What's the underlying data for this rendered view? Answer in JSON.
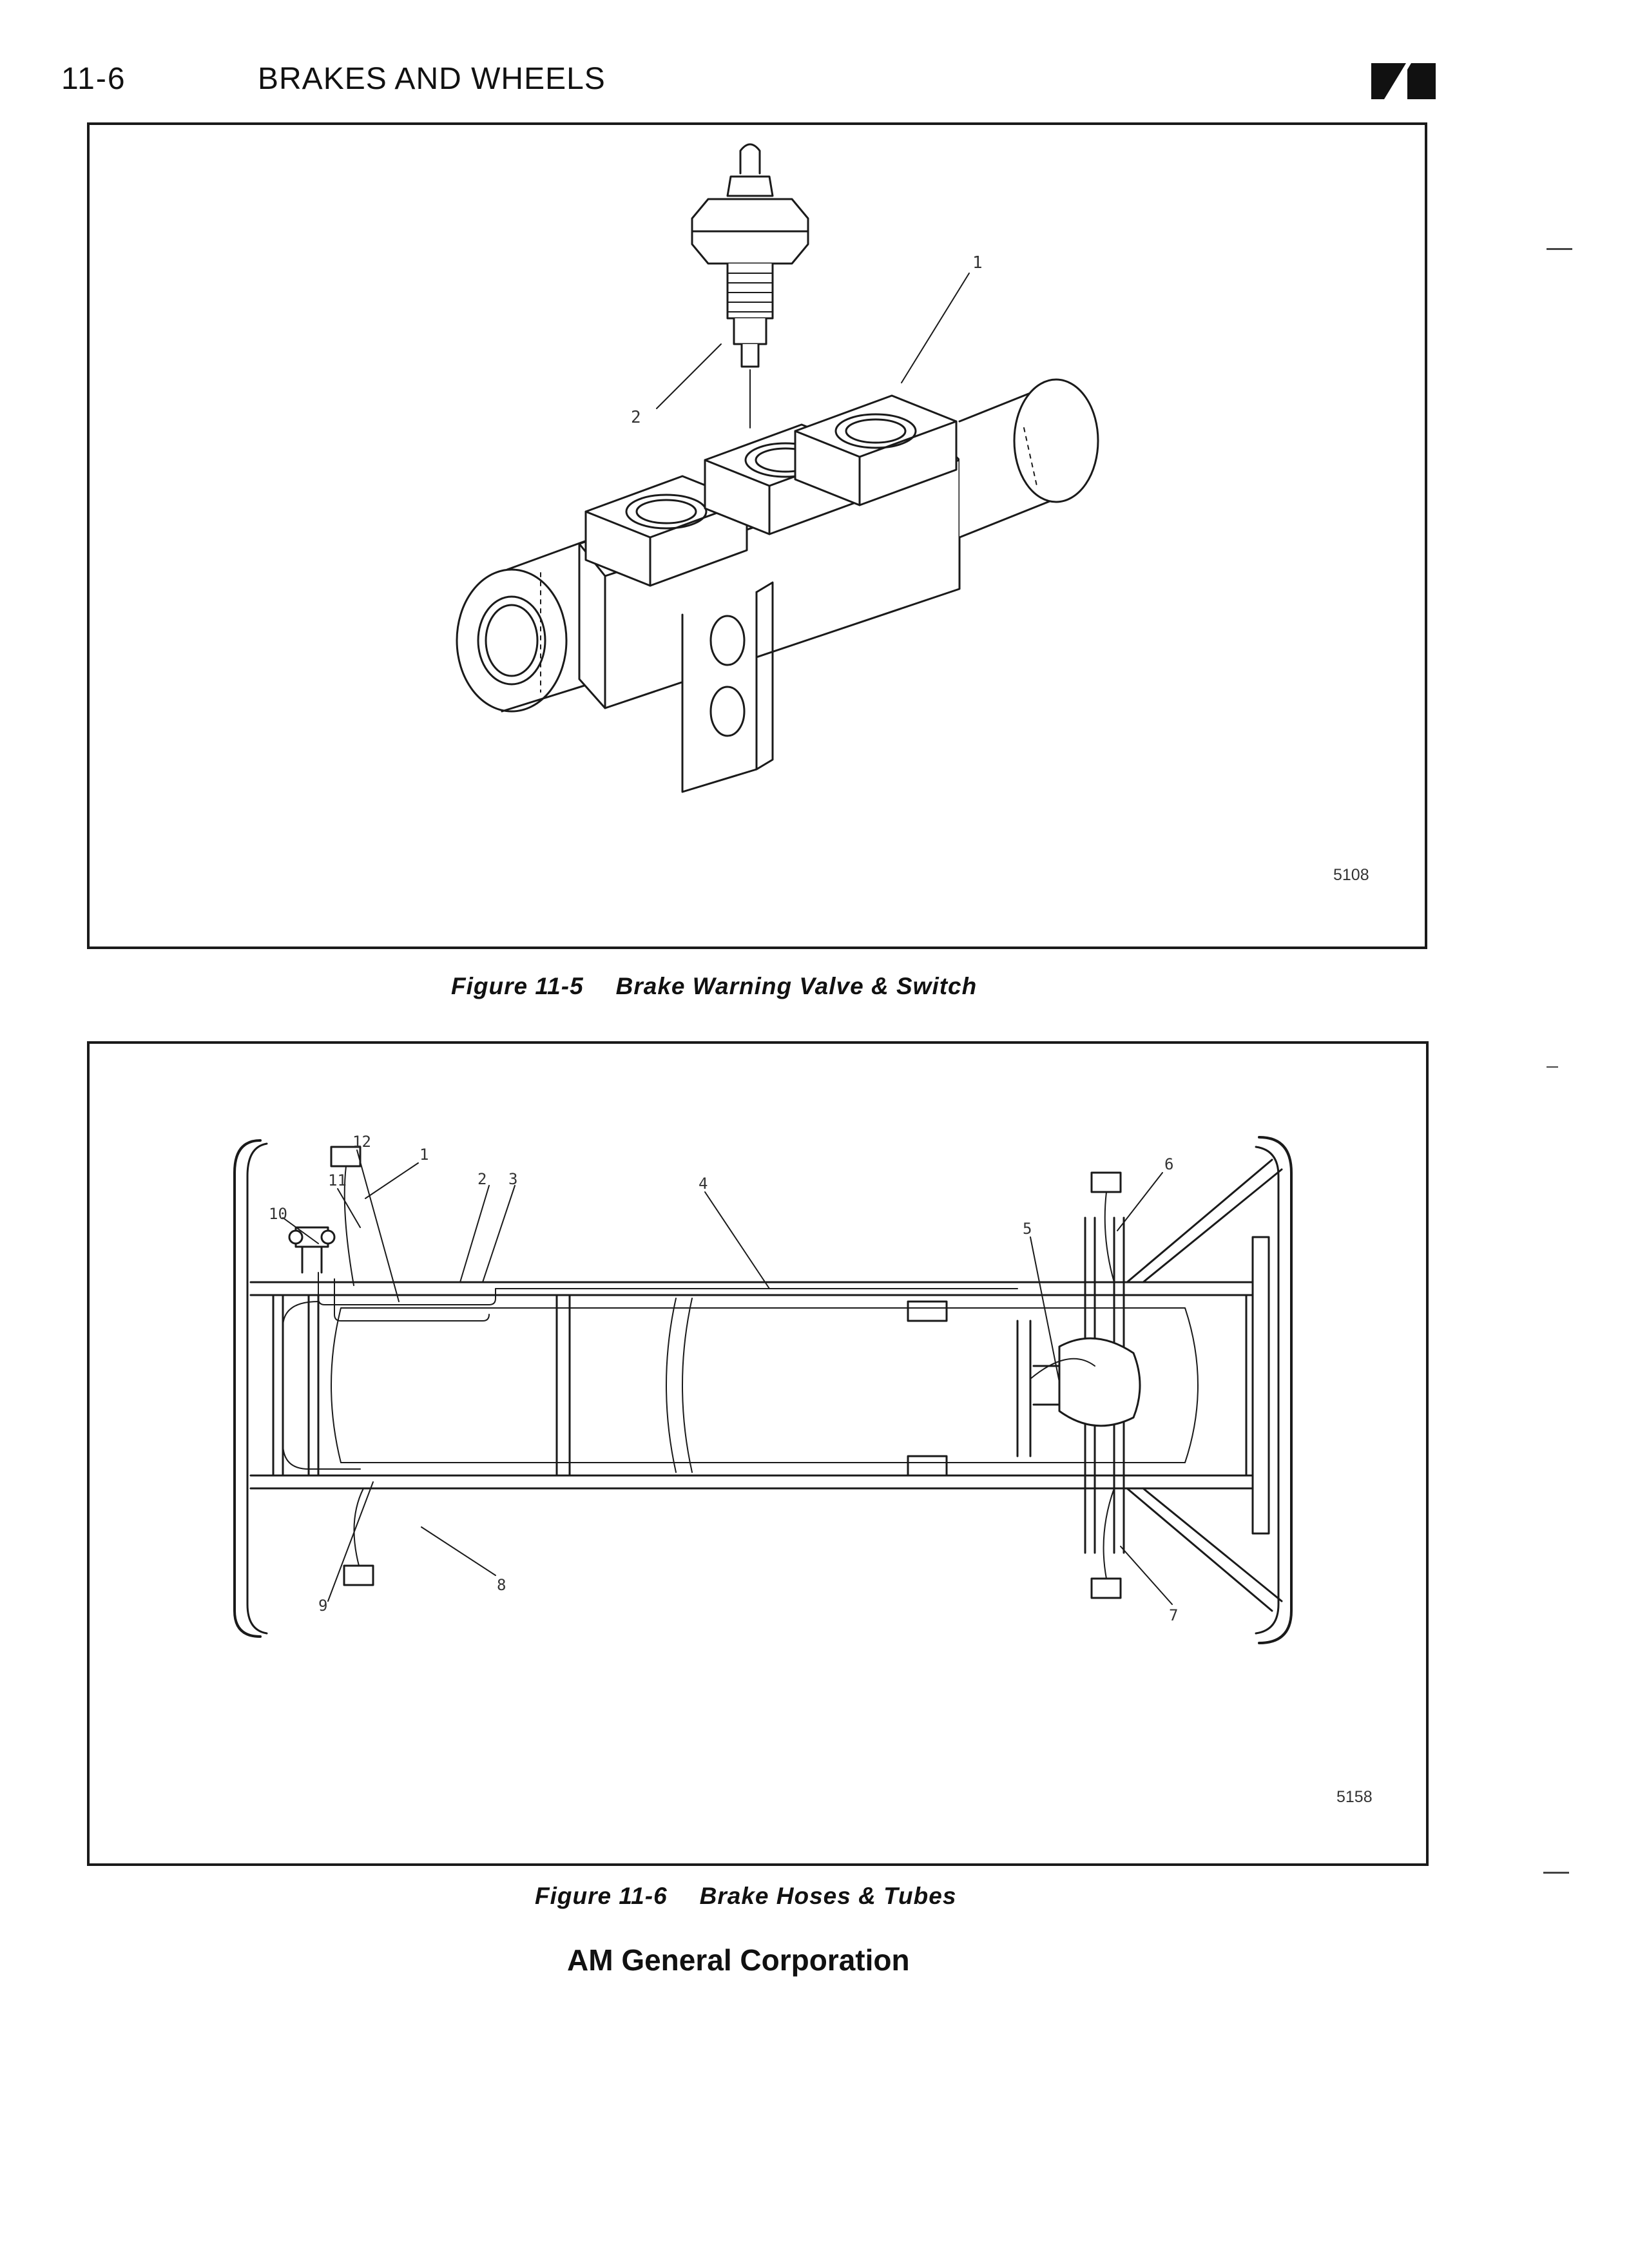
{
  "header": {
    "page_number": "11-6",
    "section_title": "BRAKES AND WHEELS"
  },
  "figures": [
    {
      "caption_number": "Figure 11-5",
      "caption_title": "Brake Warning Valve & Switch",
      "drawing_number": "5108",
      "callouts": [
        "1",
        "2"
      ]
    },
    {
      "caption_number": "Figure 11-6",
      "caption_title": "Brake Hoses & Tubes",
      "drawing_number": "5158",
      "callouts": [
        "1",
        "2",
        "3",
        "4",
        "5",
        "6",
        "7",
        "8",
        "9",
        "10",
        "11",
        "12"
      ]
    }
  ],
  "footer": {
    "company": "AM General Corporation"
  },
  "logo_icon": "am-general-logo-icon",
  "ink_color": "#1a1a1a"
}
